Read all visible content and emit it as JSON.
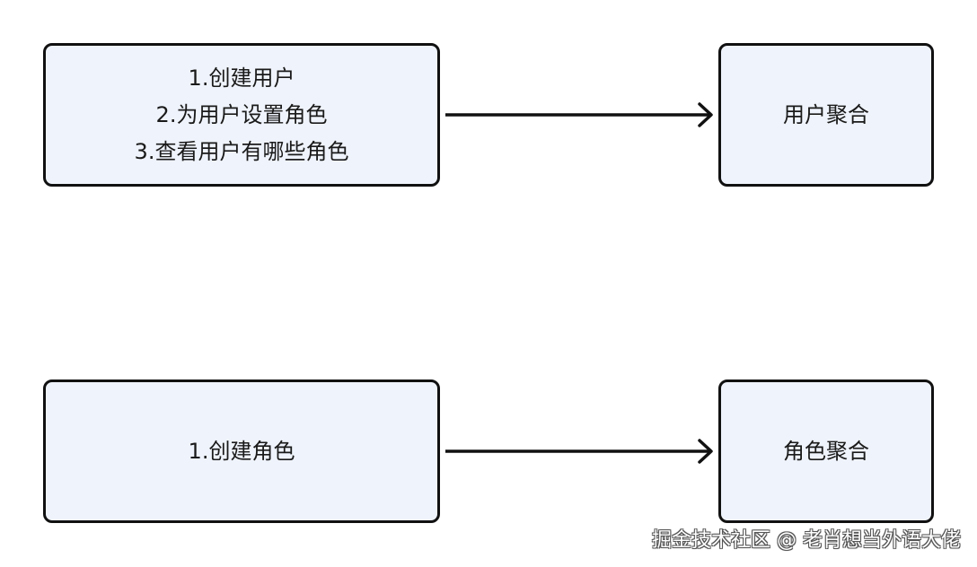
{
  "diagram": {
    "user_use_cases": {
      "lines": [
        "1.创建用户",
        "2.为用户设置角色",
        "3.查看用户有哪些角色"
      ]
    },
    "user_aggregate": {
      "label": "用户聚合"
    },
    "role_use_cases": {
      "lines": [
        "1.创建角色"
      ]
    },
    "role_aggregate": {
      "label": "角色聚合"
    },
    "edges": [
      {
        "from": "user_use_cases",
        "to": "user_aggregate"
      },
      {
        "from": "role_use_cases",
        "to": "role_aggregate"
      }
    ]
  },
  "watermark": {
    "text": "掘金技术社区 @ 老肖想当外语大佬"
  },
  "colors": {
    "box_fill": "#eff3fb",
    "box_border": "#111111",
    "arrow": "#111111"
  }
}
